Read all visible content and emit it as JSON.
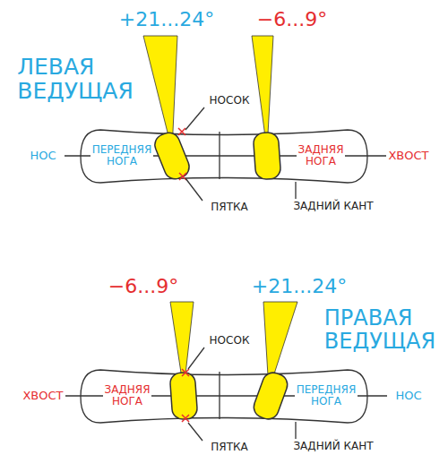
{
  "diagram": {
    "labels": [
      "+21...24°",
      "−6...9°",
      "ЛЕВАЯ ВЕДУЩАЯ",
      "НОСОК",
      "НОС",
      "ПЕРЕДНЯЯ НОГА",
      "ЗАДНЯЯ НОГА",
      "ХВОСТ",
      "ПЯТКА",
      "ЗАДНИЙ КАНТ",
      "−6...9°",
      "+21...24°",
      "ПРАВАЯ ВЕДУЩАЯ",
      "НОСОК",
      "ХВОСТ",
      "ЗАДНЯЯ НОГА",
      "ПЕРЕДНЯЯ НОГА",
      "НОС",
      "ПЯТКА",
      "ЗАДНИЙ КАНТ"
    ]
  }
}
